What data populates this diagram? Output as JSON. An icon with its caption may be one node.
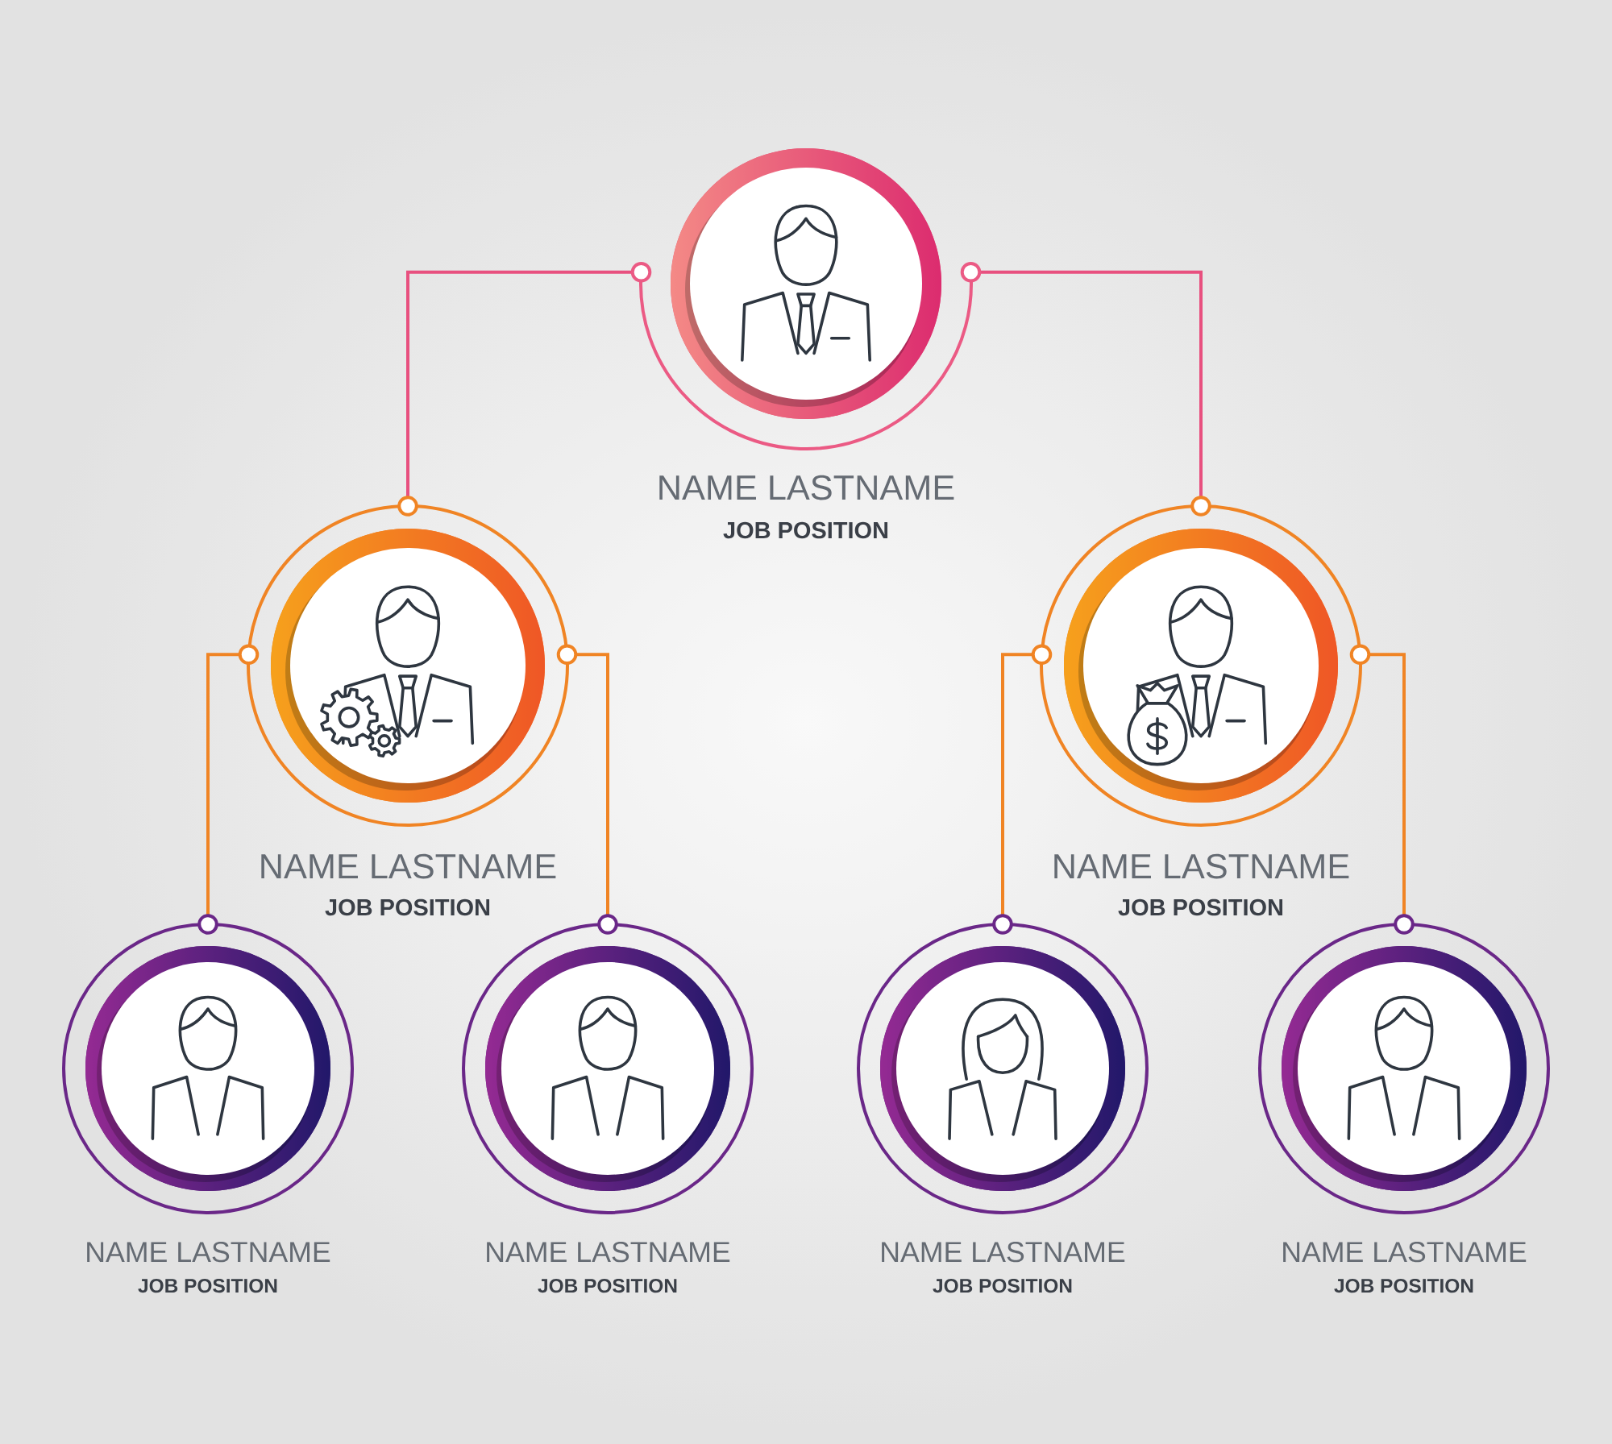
{
  "diagram": {
    "nodes": [
      {
        "text": [],
        "shape": "circle",
        "beside": [
          "NAME LASTNAME",
          "JOB POSITION"
        ]
      },
      {
        "text": [],
        "shape": "circle",
        "beside": [
          "NAME LASTNAME",
          "JOB POSITION"
        ]
      },
      {
        "text": [],
        "shape": "circle",
        "beside": [
          "NAME LASTNAME",
          "JOB POSITION"
        ]
      },
      {
        "text": [],
        "shape": "circle",
        "beside": [
          "NAME LASTNAME",
          "JOB POSITION"
        ]
      },
      {
        "text": [],
        "shape": "circle",
        "beside": [
          "NAME LASTNAME",
          "JOB POSITION"
        ]
      },
      {
        "text": [],
        "shape": "circle",
        "beside": [
          "NAME LASTNAME",
          "JOB POSITION"
        ]
      },
      {
        "text": [],
        "shape": "circle",
        "beside": [
          "NAME LASTNAME",
          "JOB POSITION"
        ]
      }
    ],
    "edges": [
      {
        "from": 0,
        "to": 1,
        "arrow": "other",
        "color": "#e8507f"
      },
      {
        "from": 0,
        "to": 2,
        "arrow": "other",
        "color": "#e8507f"
      },
      {
        "from": 1,
        "to": 3,
        "arrow": "other"
      },
      {
        "from": 1,
        "to": 4,
        "arrow": "other"
      },
      {
        "from": 2,
        "to": 5,
        "arrow": "other"
      },
      {
        "from": 2,
        "to": 6,
        "arrow": "other"
      }
    ]
  }
}
